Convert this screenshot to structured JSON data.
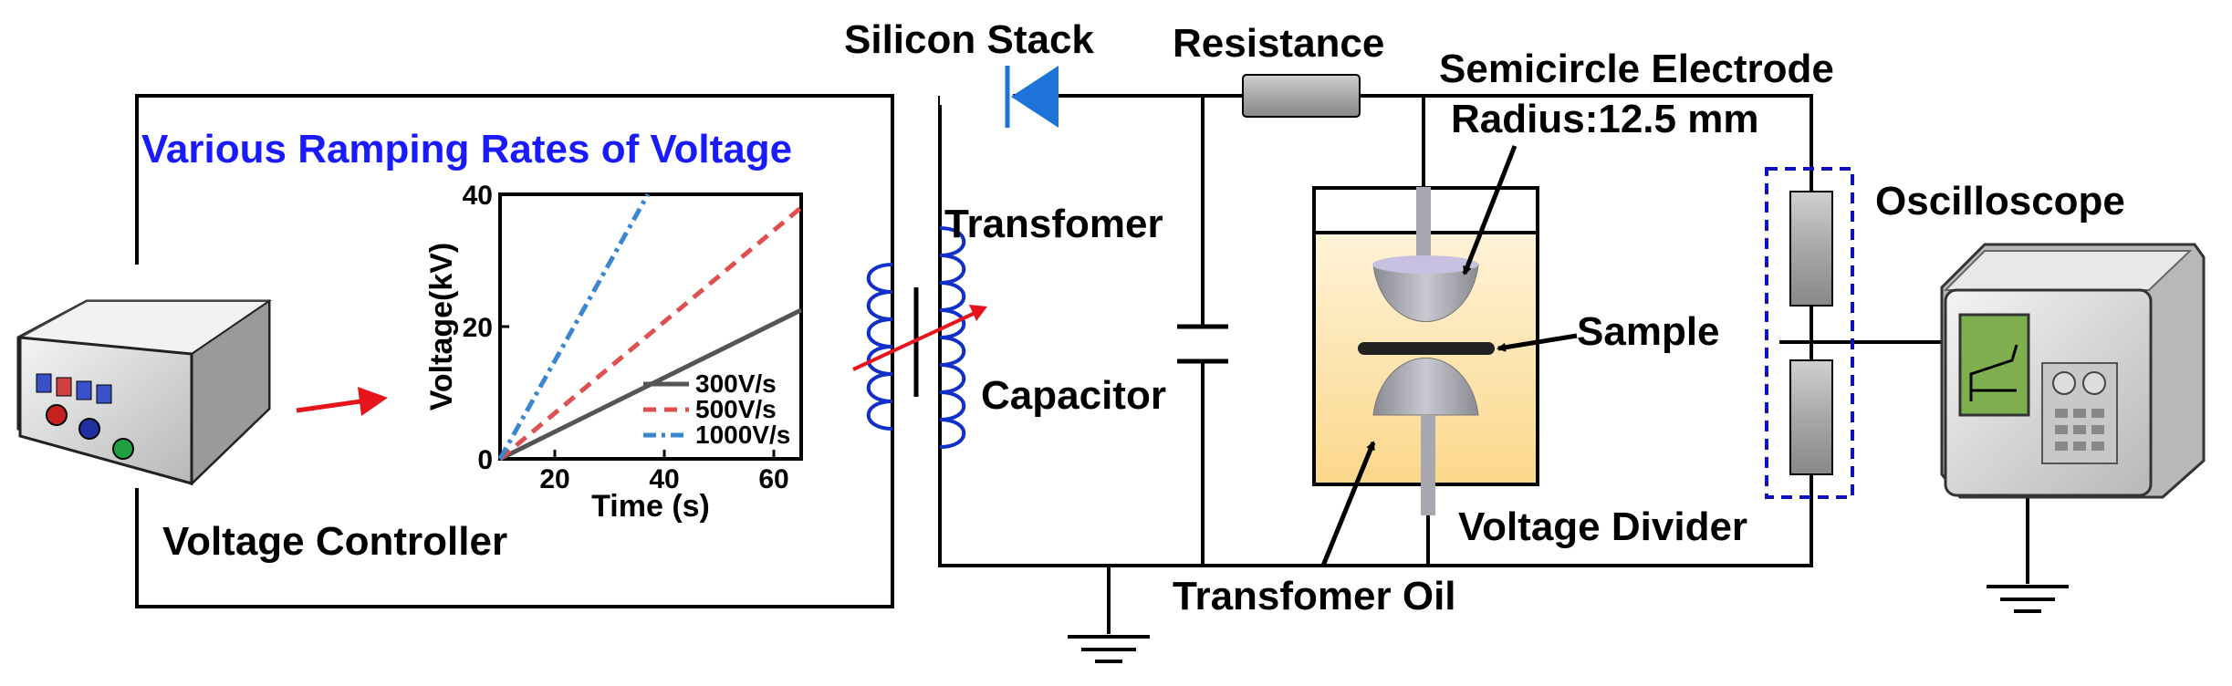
{
  "labels": {
    "silicon_stack": "Silicon Stack",
    "resistance": "Resistance",
    "semicircle_electrode": "Semicircle Electrode",
    "radius": "Radius:12.5 mm",
    "ramping_title": "Various Ramping Rates of Voltage",
    "transformer": "Transfomer",
    "capacitor": "Capacitor",
    "sample": "Sample",
    "oscilloscope": "Oscilloscope",
    "voltage_controller": "Voltage Controller",
    "voltage_divider": "Voltage Divider",
    "transformer_oil": "Transfomer Oil"
  },
  "colors": {
    "wire": "#000000",
    "accent_blue": "#1a1aff",
    "arrow_red": "#e8141c",
    "coil_blue": "#1030c8",
    "diode_blue": "#1e73d8",
    "oil_top": "#fff8e6",
    "oil_bottom": "#fbd78a",
    "electrode_grey": "#a8a8b0",
    "divider_box": "#1010c0"
  },
  "icons": [
    "voltage-controller-icon",
    "oscilloscope-icon",
    "ground-symbol-icon",
    "diode-icon",
    "capacitor-symbol-icon",
    "resistor-icon",
    "transformer-coil-icon"
  ],
  "chart_data": {
    "type": "line",
    "xlabel": "Time (s)",
    "ylabel": "Voltage(kV)",
    "xlim": [
      10,
      65
    ],
    "ylim": [
      0,
      40
    ],
    "xticks": [
      "20",
      "40",
      "60"
    ],
    "yticks": [
      "0",
      "20",
      "40"
    ],
    "legend_position": "bottom-right",
    "series": [
      {
        "name": "300V/s",
        "color": "#555555",
        "dash": "solid",
        "x": [
          10,
          65
        ],
        "y": [
          0,
          22.5
        ]
      },
      {
        "name": "500V/s",
        "color": "#e05050",
        "dash": "dashed",
        "x": [
          10,
          65
        ],
        "y": [
          0,
          38
        ]
      },
      {
        "name": "1000V/s",
        "color": "#3a86d0",
        "dash": "dashdot",
        "x": [
          10,
          37
        ],
        "y": [
          0,
          40
        ]
      }
    ]
  }
}
